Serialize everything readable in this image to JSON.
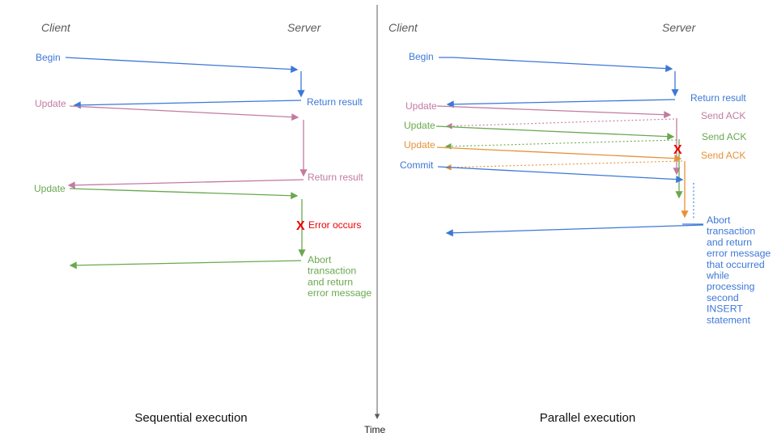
{
  "diagram": {
    "time_label": "Time",
    "colors": {
      "blue": "#3c78d8",
      "magenta": "#c27ba0",
      "green": "#6aa84f",
      "orange": "#e69138",
      "red": "#f00000",
      "header_gray": "#5b5b5b"
    },
    "left": {
      "caption": "Sequential execution",
      "client_header": "Client",
      "server_header": "Server",
      "begin": "Begin",
      "return_result_1": "Return result",
      "update_1": "Update",
      "return_result_2": "Return result",
      "update_2": "Update",
      "error_x": "X",
      "error_label": "Error occurs",
      "abort_lines": [
        "Abort",
        "transaction",
        "and return",
        "error message"
      ]
    },
    "right": {
      "caption": "Parallel execution",
      "client_header": "Client",
      "server_header": "Server",
      "begin": "Begin",
      "return_result": "Return result",
      "update_1": "Update",
      "send_ack_1": "Send ACK",
      "update_2": "Update",
      "send_ack_2": "Send ACK",
      "update_3": "Update",
      "send_ack_3": "Send ACK",
      "commit": "Commit",
      "error_x": "X",
      "abort_lines": [
        "Abort",
        "transaction",
        "and return",
        "error message",
        "that occurred",
        "while",
        "processing",
        "second",
        "INSERT",
        "statement"
      ]
    }
  }
}
